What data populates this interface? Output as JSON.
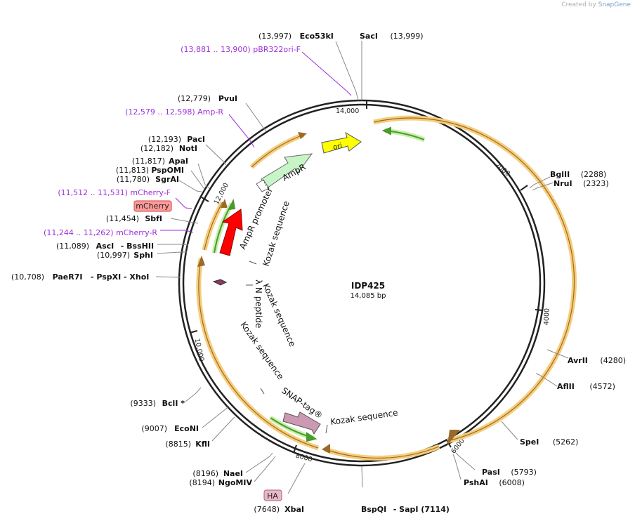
{
  "credit": {
    "prefix": "Created by",
    "brand": "SnapGene"
  },
  "plasmid": {
    "name": "IDP425",
    "size_label": "14,085 bp"
  },
  "colors": {
    "backbone": "#222222",
    "orf": "#f0b03c",
    "orf_line": "#a0522d",
    "primer": "#9b30d9",
    "primer_arrow": "#3a9a3a"
  },
  "ticks": [
    "2000",
    "4000",
    "6000",
    "8000",
    "10,000",
    "12,000",
    "14,000"
  ],
  "sites": [
    {
      "pos": "(13,997)",
      "name": "Eco53kI",
      "extra": ""
    },
    {
      "pos": "",
      "name": "SacI",
      "extra": "(13,999)"
    },
    {
      "pos": "(12,779)",
      "name": "PvuI",
      "extra": ""
    },
    {
      "pos": "(12,193)",
      "name": "PacI",
      "extra": ""
    },
    {
      "pos": "(12,182)",
      "name": "NotI",
      "extra": ""
    },
    {
      "pos": "(11,817)",
      "name": "ApaI",
      "extra": ""
    },
    {
      "pos": "(11,813)",
      "name": "PspOMI",
      "extra": ""
    },
    {
      "pos": "(11,780)",
      "name": "SgrAI",
      "extra": ""
    },
    {
      "pos": "(11,454)",
      "name": "SbfI",
      "extra": ""
    },
    {
      "pos": "(11,089)",
      "name": "AscI",
      "extra": "- BssHII"
    },
    {
      "pos": "(10,997)",
      "name": "SphI",
      "extra": ""
    },
    {
      "pos": "(10,708)",
      "name": "PaeR7I",
      "extra": "- PspXI  - XhoI"
    },
    {
      "pos": "(9333)",
      "name": "BclI *",
      "extra": ""
    },
    {
      "pos": "(9007)",
      "name": "EcoNI",
      "extra": ""
    },
    {
      "pos": "(8815)",
      "name": "KflI",
      "extra": ""
    },
    {
      "pos": "(8196)",
      "name": "NaeI",
      "extra": ""
    },
    {
      "pos": "(8194)",
      "name": "NgoMIV",
      "extra": ""
    },
    {
      "pos": "(7648)",
      "name": "XbaI",
      "extra": ""
    },
    {
      "pos": "",
      "name": "BspQI",
      "extra": "- SapI   (7114)"
    },
    {
      "pos": "",
      "name": "PshAI",
      "extra": "(6008)"
    },
    {
      "pos": "",
      "name": "PasI",
      "extra": "(5793)"
    },
    {
      "pos": "",
      "name": "SpeI",
      "extra": "(5262)"
    },
    {
      "pos": "",
      "name": "AflII",
      "extra": "(4572)"
    },
    {
      "pos": "",
      "name": "AvrII",
      "extra": "(4280)"
    },
    {
      "pos": "",
      "name": "NruI",
      "extra": "(2323)"
    },
    {
      "pos": "",
      "name": "BglII",
      "extra": "(2288)"
    }
  ],
  "primers": [
    "(13,881 .. 13,900)  pBR322ori-F",
    "(12,579 .. 12,598)  Amp-R",
    "(11,512 .. 11,531)  mCherry-F",
    "(11,244 .. 11,262)  mCherry-R"
  ],
  "boxed_features": [
    "mCherry",
    "HA"
  ],
  "features": [
    {
      "label": "ori"
    },
    {
      "label": "AmpR"
    },
    {
      "label": "AmpR promoter"
    },
    {
      "label": "Kozak sequence"
    },
    {
      "label": "λ N peptide"
    },
    {
      "label": "Kozak sequence"
    },
    {
      "label": "Kozak sequence"
    },
    {
      "label": "SNAP-tag®"
    },
    {
      "label": "Kozak sequence"
    }
  ]
}
